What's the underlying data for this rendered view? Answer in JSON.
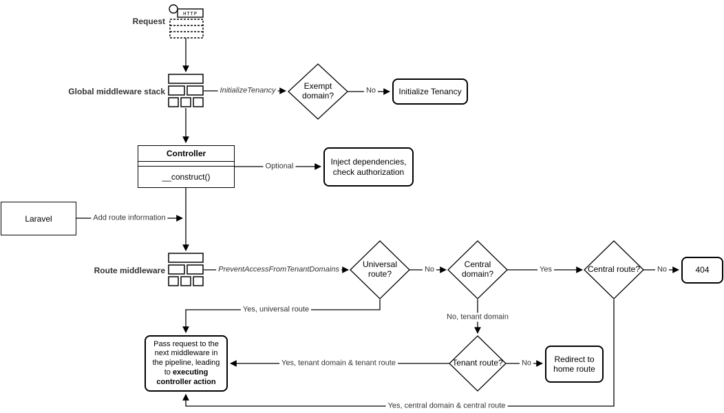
{
  "diagram": {
    "request": {
      "label": "Request",
      "http": "HTTP"
    },
    "global_middleware": {
      "label": "Global middleware stack"
    },
    "route_middleware": {
      "label": "Route middleware"
    },
    "controller": {
      "title": "Controller",
      "method": "__construct()"
    },
    "laravel": {
      "label": "Laravel"
    },
    "nodes": {
      "exempt_domain": "Exempt domain?",
      "initialize_tenancy": "Initialize Tenancy",
      "inject_dependencies": "Inject dependencies, check authorization",
      "universal_route": "Universal route?",
      "central_domain": "Central domain?",
      "central_route": "Central route?",
      "tenant_route": "Tenant route?",
      "not_found": "404",
      "redirect_home": "Redirect to home route",
      "pass_request": {
        "text": "Pass request to the next middleware in the pipeline, leading to ",
        "bold": "executing controller action"
      }
    },
    "edge_labels": {
      "initialize_tenancy_class": "InitializeTenancy",
      "no_exempt": "No",
      "optional": "Optional",
      "add_route_information": "Add route information",
      "prevent_access_class": "PreventAccessFromTenantDomains",
      "no_universal": "No",
      "yes_central_domain": "Yes",
      "no_central_route": "No",
      "yes_universal_route": "Yes, universal route",
      "no_tenant_domain": "No, tenant domain",
      "yes_tenant_route": "Yes, tenant domain & tenant route",
      "no_tenant_route": "No",
      "yes_central_route": "Yes, central domain & central route"
    },
    "colors": {
      "stroke": "#000000",
      "text": "#333333",
      "background": "#ffffff"
    }
  }
}
